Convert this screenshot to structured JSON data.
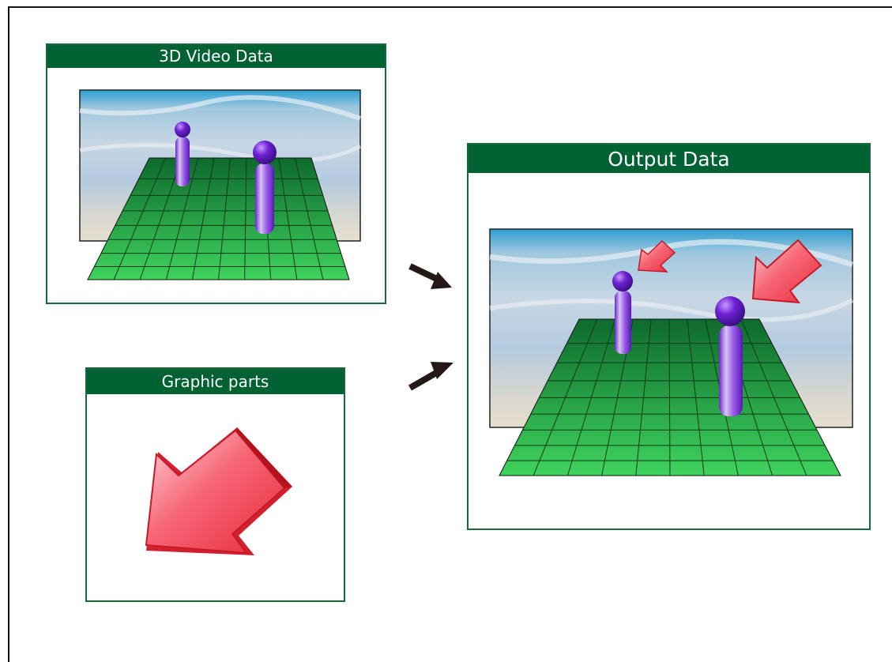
{
  "panels": {
    "video": {
      "title": "3D Video Data"
    },
    "graphic": {
      "title": "Graphic parts"
    },
    "output": {
      "title": "Output Data"
    }
  },
  "colors": {
    "panel_border": "#17693a",
    "title_bar": "#006233",
    "grid_near": "#3ed25c",
    "grid_far": "#0e6a2d",
    "figure": "#7a2fd6",
    "arrow": "#f2505a",
    "connector_arrow": "#231815"
  },
  "icons": {
    "connector": "arrow-right-icon",
    "graphic_part": "red-3d-arrow-icon"
  }
}
